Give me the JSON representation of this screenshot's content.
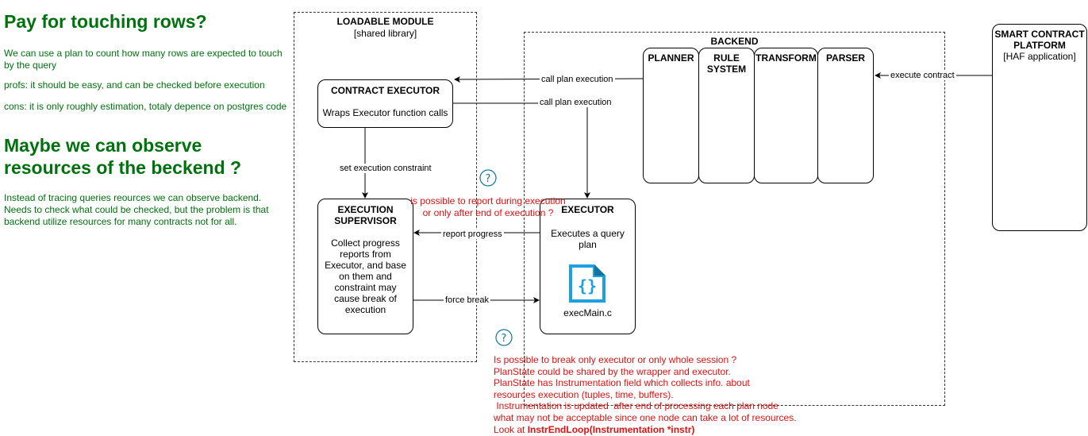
{
  "left_notes": {
    "heading1": "Pay for touching rows?",
    "para1": "We can use a plan to count how many rows are expected to touch by the query",
    "para2": "profs: it should be easy, and can be checked before execution",
    "para3": "cons: it is only roughly estimation, totaly depence on postgres code",
    "heading2": "Maybe we can observe resources of the beckend ?",
    "para4": "Instead of tracing queries reources we can observe backend. Needs to check what could be checked, but the problem is that backend utilize resources for many contracts not for all."
  },
  "loadable_module": {
    "title": "LOADABLE MODULE",
    "subtitle": "[shared library]"
  },
  "backend": {
    "title": "BACKEND",
    "columns": [
      "PLANNER",
      "RULE SYSTEM",
      "TRANSFORM",
      "PARSER"
    ]
  },
  "smart_contract": {
    "title": "SMART CONTRACT PLATFORM",
    "subtitle": "[HAF application]"
  },
  "contract_executor": {
    "title": "CONTRACT EXECUTOR",
    "desc": "Wraps Executor function  calls"
  },
  "execution_supervisor": {
    "title": "EXECUTION SUPERVISOR",
    "desc": "Collect progress reports from Executor, and base on them and constraint may cause break of execution"
  },
  "executor": {
    "title": "EXECUTOR",
    "desc": "Executes a query plan",
    "file_label": "execMain.c",
    "file_icon": "code-file-icon"
  },
  "edges": {
    "call_plan_exec_1": "call  plan execution",
    "call_plan_exec_2": "call plan execution",
    "execute_contract": "execute contract",
    "set_constraint": "set execution constraint",
    "report_progress": "report progress",
    "force_break": "force break"
  },
  "questions": {
    "q1_line1": "is possible to report during execution",
    "q1_line2": "or only after end of execution ?",
    "q2_lines": [
      "Is possible to break only executor or only whole session ?",
      "PlanState could be shared by the wrapper and executor.",
      "PlanState has Instrumentation field which collects info. about",
      "resources execution (tuples, time, buffers).",
      " Instrumentation is updated  after end of processing each plan node",
      "what may not be acceptable since one node can take a lot of resources."
    ],
    "q2_look": "Look at ",
    "q2_func": "InstrEndLoop(Instrumentation *instr)"
  },
  "colors": {
    "green": "#00720d",
    "red": "#e01010",
    "icon_blue": "#1ba1e2",
    "icon_dark": "#10739e"
  }
}
